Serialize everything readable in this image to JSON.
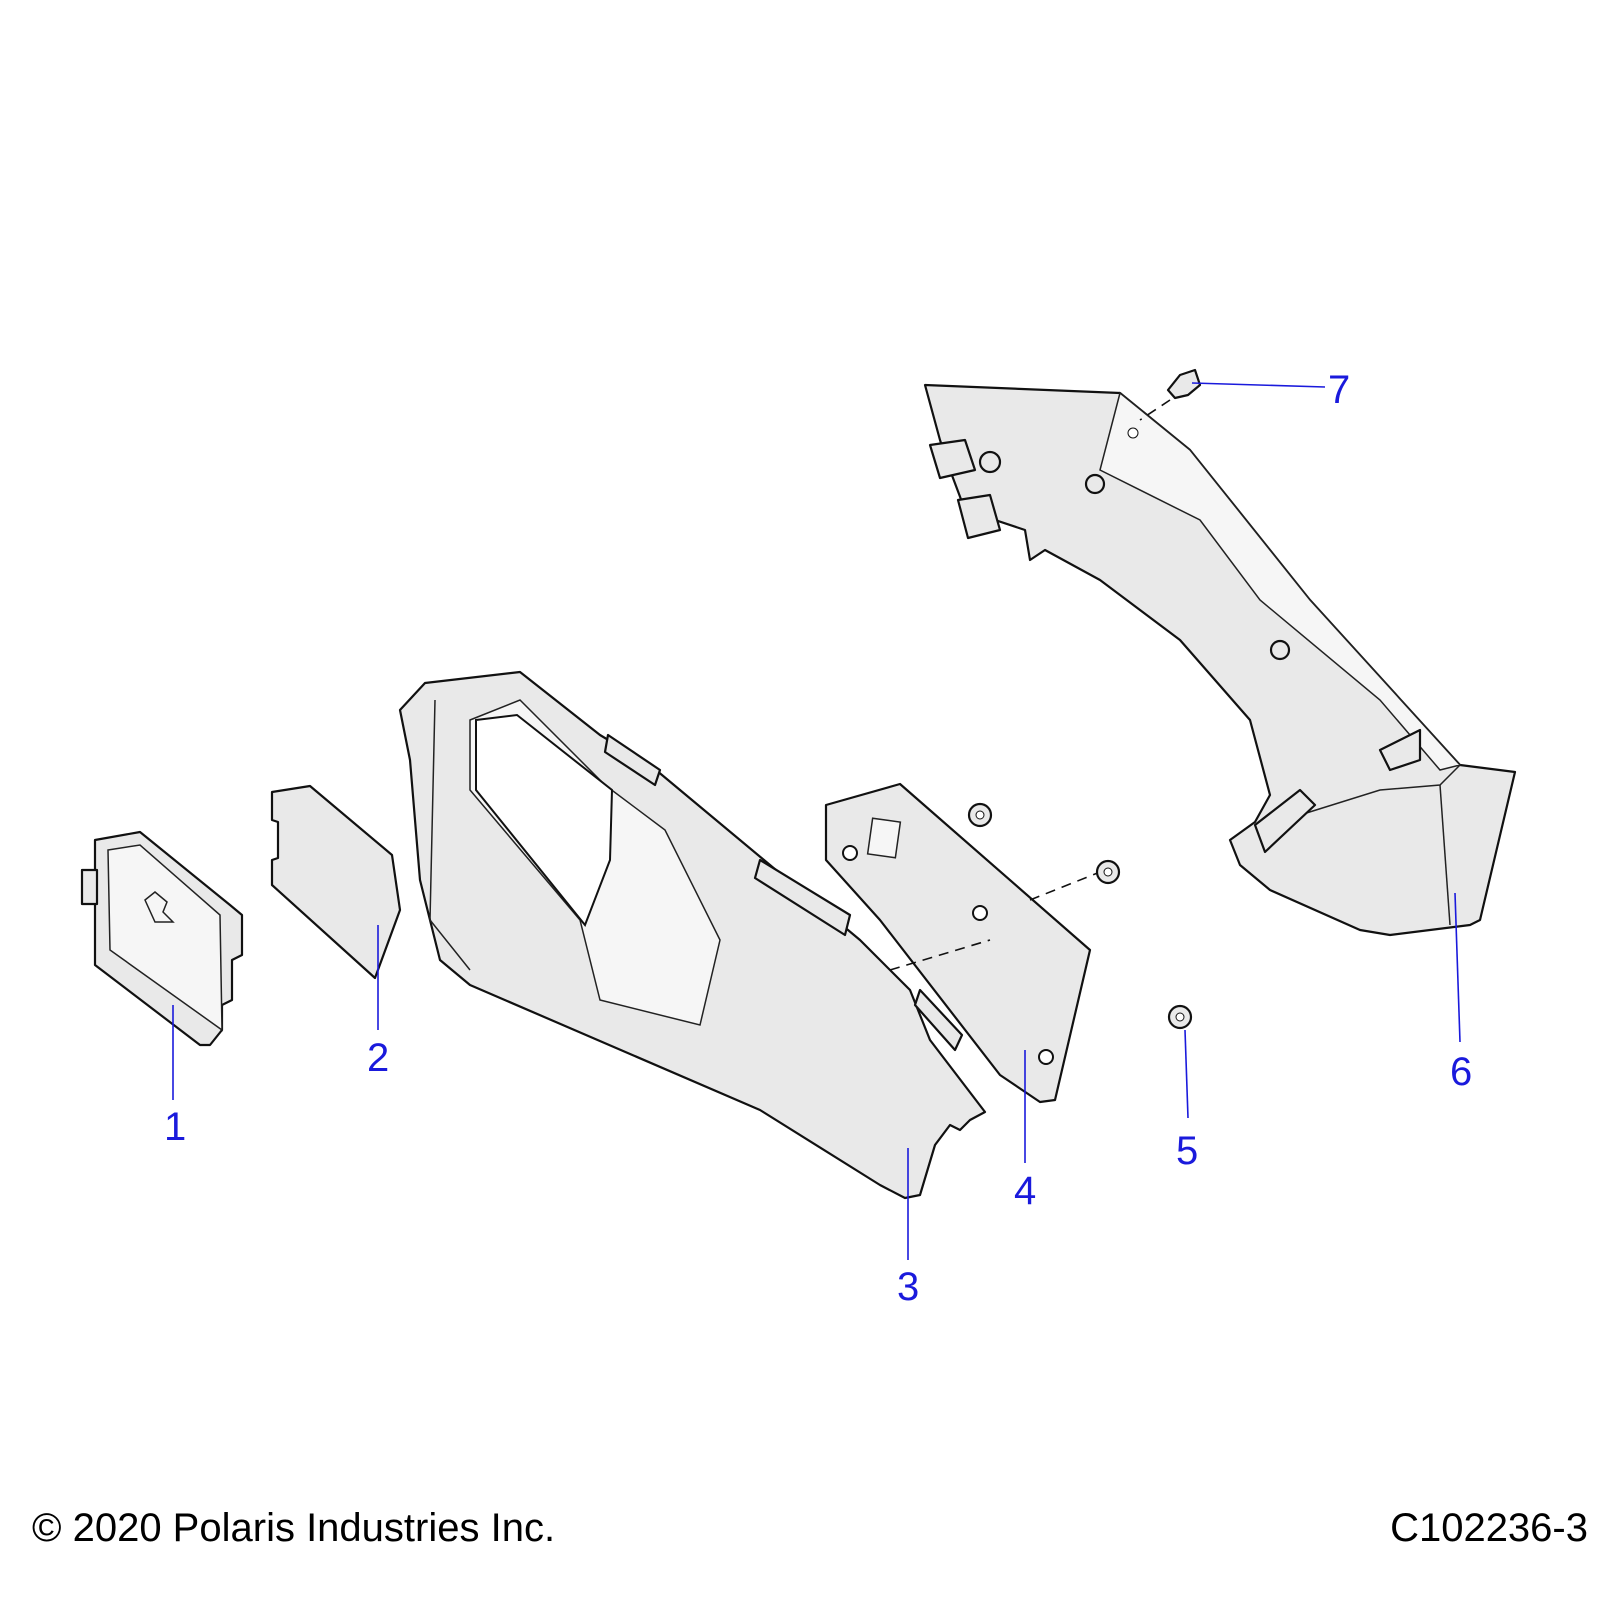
{
  "diagram": {
    "callout_color": "#1a1adc",
    "callouts": [
      {
        "label": "1"
      },
      {
        "label": "2"
      },
      {
        "label": "3"
      },
      {
        "label": "4"
      },
      {
        "label": "5"
      },
      {
        "label": "6"
      },
      {
        "label": "7"
      }
    ]
  },
  "footer": {
    "copyright": "© 2020 Polaris Industries Inc.",
    "figure_id": "C102236-3"
  }
}
